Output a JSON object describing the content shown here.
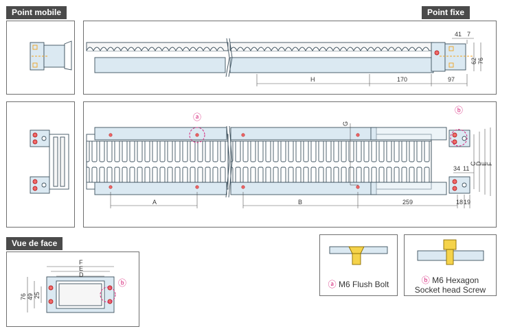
{
  "panels": {
    "point_mobile": "Point mobile",
    "point_fixe": "Point fixe",
    "vue_de_face": "Vue de face"
  },
  "top_dims": {
    "d41": "41",
    "d7": "7",
    "d62": "62",
    "d76": "76",
    "H": "H",
    "d170": "170",
    "d97": "97"
  },
  "middle_dims": {
    "A": "A",
    "B": "B",
    "d259": "259",
    "G": "G",
    "C": "C",
    "D": "D",
    "E": "E",
    "F": "F",
    "d34": "34",
    "d11": "11",
    "d18": "18",
    "d19": "19"
  },
  "front_dims": {
    "F": "F",
    "E": "E",
    "D": "D",
    "d76": "76",
    "d49": "49",
    "d25": "25"
  },
  "markers": {
    "a": "ⓐ",
    "b": "ⓑ"
  },
  "legend": {
    "flush_bolt": "M6 Flush Bolt",
    "hex_line1": "M6 Hexagon",
    "hex_line2": "Socket head Screw"
  },
  "colors": {
    "chain": "#dbe9f2",
    "outline": "#3b4f5c",
    "marker": "#d6247a",
    "orange": "#f0a21f"
  }
}
